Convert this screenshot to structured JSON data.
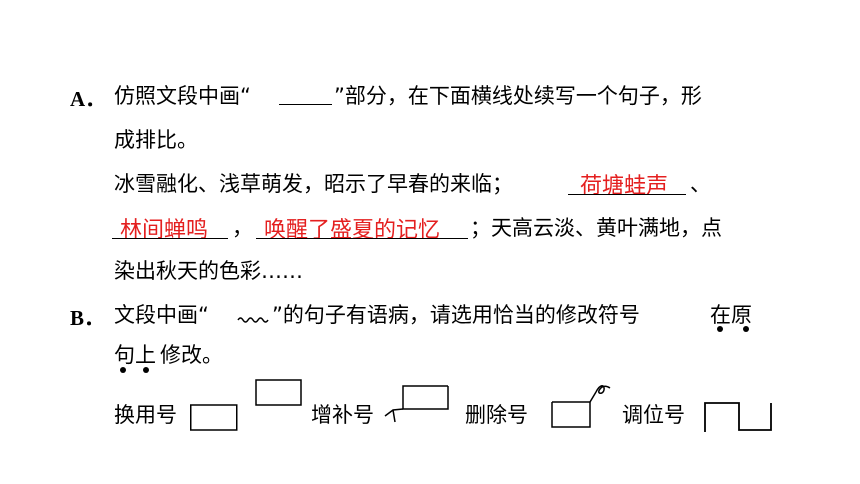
{
  "question_a": {
    "label": "A．",
    "line1_part1": "仿照文段中画“",
    "line1_part2": "”部分，在下面横线处续写一个句子，形",
    "line2": "成排比。",
    "line3_prefix": "冰雪融化、浅草萌发，昭示了早春的来临；",
    "answer1": "荷塘蛙声",
    "line3_suffix": "、",
    "answer2": "林间蝉鸣",
    "comma": "，",
    "answer3": "唤醒了盛夏的记忆",
    "line4_suffix": "；天高云淡、黄叶满地，点",
    "line5": "染出秋天的色彩……"
  },
  "question_b": {
    "label": "B．",
    "line1_part1": "文段中画“",
    "line1_part2": "”的句子有语病，请选用恰当的修改符号",
    "emphasis1": "在原",
    "line2_emph": "句上",
    "line2_rest": "修改。"
  },
  "symbols": {
    "replace": "换用号",
    "insert": "增补号",
    "delete": "删除号",
    "reorder": "调位号"
  },
  "colors": {
    "answer": "#e41f1f",
    "text": "#000000"
  }
}
